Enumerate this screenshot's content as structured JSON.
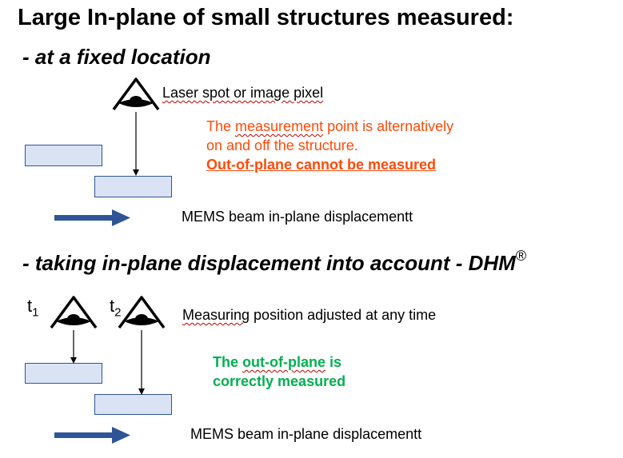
{
  "title": "Large In-plane of small structures measured:",
  "section1": {
    "heading": "- at a fixed location",
    "eye_label": "Laser spot or image pixel",
    "note_line1_pre": "The ",
    "note_line1_word": "measurement",
    "note_line1_post": " point is alternatively",
    "note_line2": "on and off the structure.",
    "note_line3": "Out-of-plane cannot be measured",
    "beam_label": "MEMS beam in-plane displacementt"
  },
  "section2": {
    "heading": "- taking in-plane displacement into account - DHM",
    "heading_mark": "®",
    "t1_base": "t",
    "t1_sub": "1",
    "t2_base": "t",
    "t2_sub": "2",
    "eye_label_word": "Measuring",
    "eye_label_rest": " position adjusted at any time",
    "note_line1_pre": "The ",
    "note_line1_word": "out-of-plane",
    "note_line1_post": " is",
    "note_line2": "correctly measured",
    "beam_label": "MEMS beam in-plane displacementt"
  },
  "colors": {
    "arrow": "#2f5597",
    "box_fill": "#dae3f3",
    "box_border": "#2f5597",
    "red_text": "#ff4b0a",
    "green_text": "#00b050"
  },
  "icons": [
    "eye-icon",
    "right-arrow-icon"
  ]
}
